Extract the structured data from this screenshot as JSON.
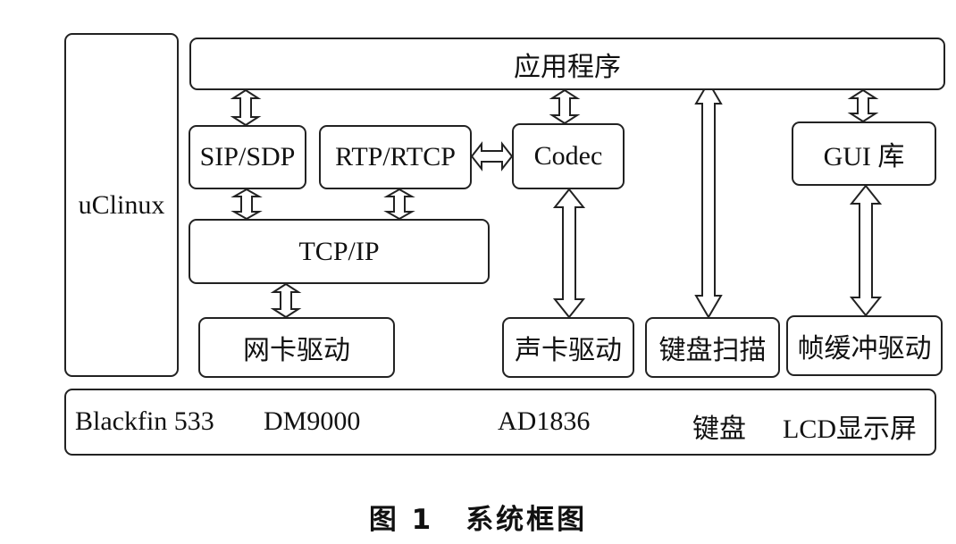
{
  "diagram": {
    "os": "uClinux",
    "app": "应用程序",
    "sip": "SIP/SDP",
    "rtp": "RTP/RTCP",
    "codec": "Codec",
    "gui": "GUI 库",
    "tcpip": "TCP/IP",
    "nic_driver": "网卡驱动",
    "sound_driver": "声卡驱动",
    "keyboard_scan": "键盘扫描",
    "framebuffer_driver": "帧缓冲驱动",
    "hardware": {
      "cpu": "Blackfin 533",
      "ethernet": "DM9000",
      "audio": "AD1836",
      "keyboard": "键盘",
      "lcd": "LCD显示屏"
    }
  },
  "caption": {
    "figure_no": "图 1",
    "title": "系统框图"
  }
}
